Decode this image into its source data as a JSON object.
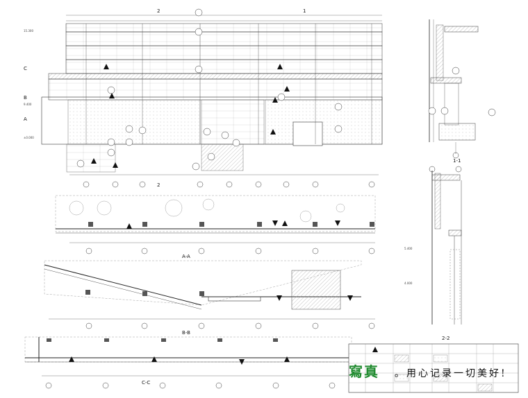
{
  "sheet": {
    "section_titles": [
      "A-A",
      "B-B",
      "C-C",
      "1-1",
      "2-2"
    ],
    "grid_markers_top": [
      "2",
      "1"
    ],
    "grid_markers_bottom": [
      "2"
    ],
    "level_tags": [
      "C",
      "B",
      "A"
    ],
    "elevations": [
      "15.300",
      "9.400",
      "±0.000",
      "4.000",
      "5.400"
    ],
    "watermark": {
      "brand": "寫真",
      "slogan": "。用心记录一切美好!"
    }
  },
  "colors": {
    "line": "#2b2b2b",
    "hatch": "#9a9a9a",
    "grid": "#c8c8c8",
    "brand": "#1f8a2e"
  }
}
